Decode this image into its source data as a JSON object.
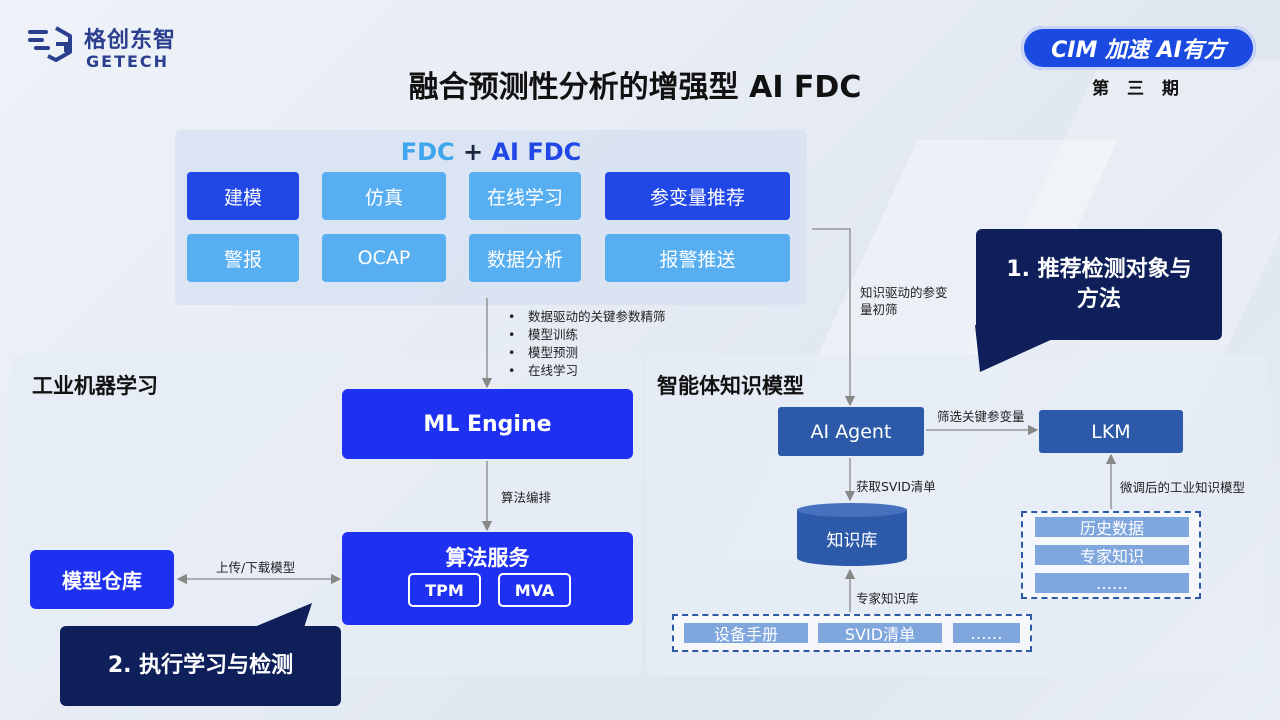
{
  "header": {
    "logo_cn": "格创东智",
    "logo_en": "GETECH",
    "title": "融合预测性分析的增强型  AI FDC",
    "badge": "CIM 加速 AI有方",
    "badge_sub": "第 三 期"
  },
  "fdc_panel": {
    "title_a": "FDC",
    "title_plus": " + ",
    "title_b": "AI FDC",
    "chips": [
      {
        "label": "建模",
        "style": "dark"
      },
      {
        "label": "仿真",
        "style": "light"
      },
      {
        "label": "在线学习",
        "style": "light"
      },
      {
        "label": "参变量推荐",
        "style": "dark"
      },
      {
        "label": "警报",
        "style": "light"
      },
      {
        "label": "OCAP",
        "style": "light"
      },
      {
        "label": "数据分析",
        "style": "light"
      },
      {
        "label": "报警推送",
        "style": "light"
      }
    ]
  },
  "flow_notes": {
    "bullets": [
      "数据驱动的关键参数精筛",
      "模型训练",
      "模型预测",
      "在线学习"
    ],
    "knowledge_driven": [
      "知识驱动的参变",
      "量初筛"
    ],
    "orchestration": "算法编排",
    "upload_download": "上传/下载模型",
    "filter_key": "筛选关键参变量",
    "get_svid": "获取SVID清单",
    "finetuned": "微调后的工业知识模型",
    "expert_kb": "专家知识库"
  },
  "left_panel": {
    "title": "工业机器学习",
    "ml_engine": "ML Engine",
    "algo_service": "算法服务",
    "tpm": "TPM",
    "mva": "MVA",
    "model_repo": "模型仓库",
    "callout": "2. 执行学习与检测"
  },
  "right_panel": {
    "title": "智能体知识模型",
    "ai_agent": "AI Agent",
    "lkm": "LKM",
    "kb": "知识库",
    "lkm_sources": [
      "历史数据",
      "专家知识",
      "……"
    ],
    "kb_sources": [
      "设备手册",
      "SVID清单",
      "……"
    ],
    "callout_line1": "1. 推荐检测对象与",
    "callout_line2": "方法"
  },
  "colors": {
    "accent_blue": "#1f31f0",
    "navy": "#0e1f5a",
    "steel": "#2d5aa8",
    "light_blue": "#57aef0"
  }
}
